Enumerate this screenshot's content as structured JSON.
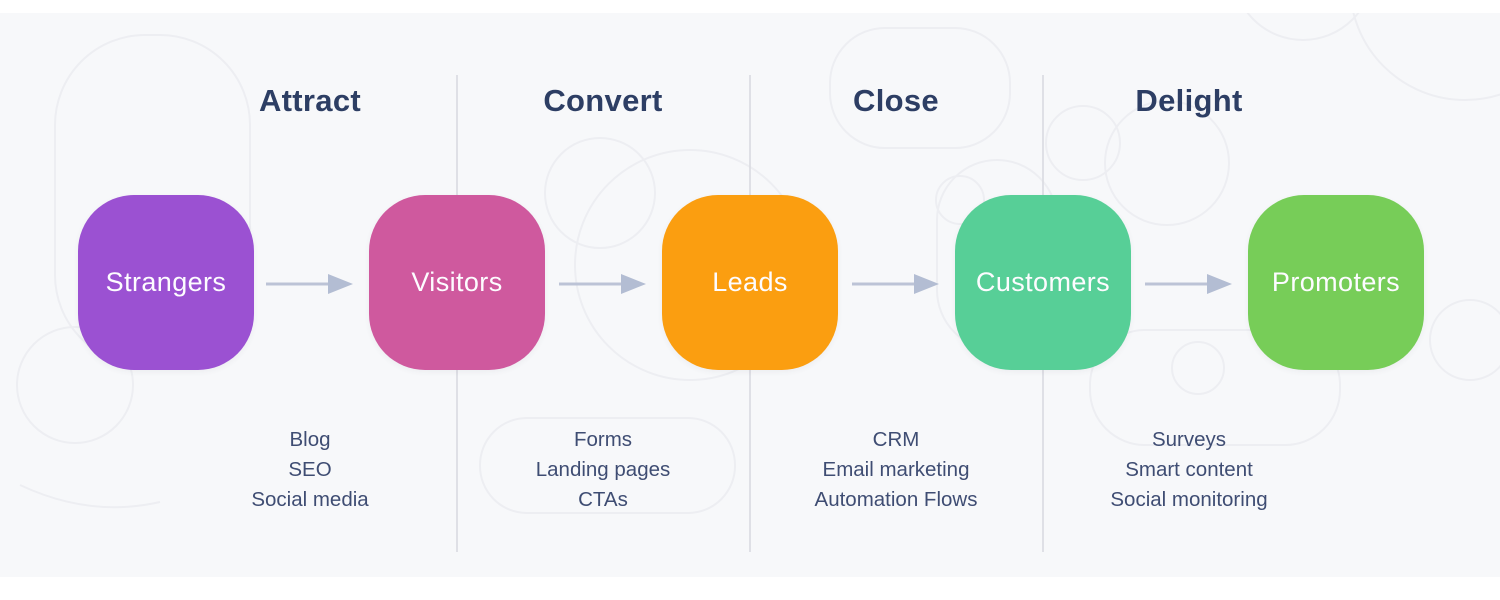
{
  "diagram": {
    "name": "Inbound marketing funnel",
    "canvas_background": "#f7f8fa",
    "divider_color": "#dadce2",
    "arrow_color": "#b7bfd4",
    "heading_color": "#2d3e64",
    "tactic_text_color": "#3f4d73",
    "phases": [
      {
        "label": "Attract",
        "tactics": [
          "Blog",
          "SEO",
          "Social media"
        ]
      },
      {
        "label": "Convert",
        "tactics": [
          "Forms",
          "Landing pages",
          "CTAs"
        ]
      },
      {
        "label": "Close",
        "tactics": [
          "CRM",
          "Email marketing",
          "Automation Flows"
        ]
      },
      {
        "label": "Delight",
        "tactics": [
          "Surveys",
          "Smart content",
          "Social monitoring"
        ]
      }
    ],
    "stages": [
      {
        "label": "Strangers",
        "color": "#9b51d2"
      },
      {
        "label": "Visitors",
        "color": "#cf599e"
      },
      {
        "label": "Leads",
        "color": "#fb9e10"
      },
      {
        "label": "Customers",
        "color": "#57cf97"
      },
      {
        "label": "Promoters",
        "color": "#77cd58"
      }
    ]
  }
}
